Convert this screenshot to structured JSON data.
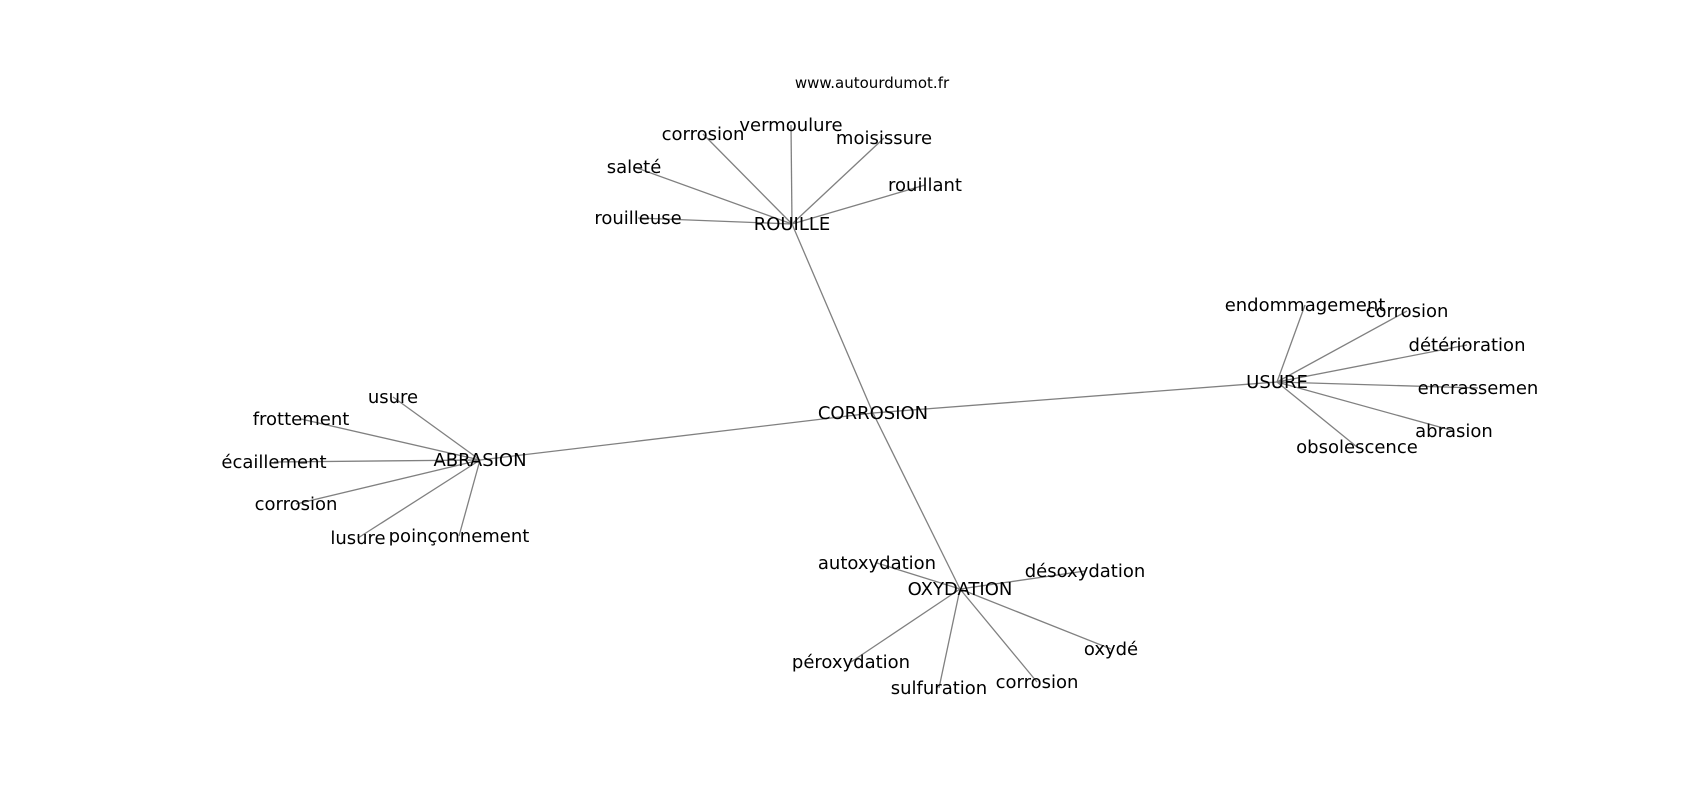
{
  "site": "www.autourdumot.fr",
  "colors": {
    "edge": "#808080",
    "text": "#000000",
    "background": "#ffffff"
  },
  "graph": {
    "center": "CORROSION",
    "hubs": [
      {
        "id": "rouille",
        "label": "ROUILLE",
        "leaves": [
          "rouilleuse",
          "saleté",
          "corrosion",
          "vermoulure",
          "moisissure",
          "rouillant"
        ]
      },
      {
        "id": "usure",
        "label": "USURE",
        "leaves": [
          "endommagement",
          "corrosion",
          "détérioration",
          "encrassemen",
          "abrasion",
          "obsolescence"
        ]
      },
      {
        "id": "abrasion",
        "label": "ABRASION",
        "leaves": [
          "usure",
          "frottement",
          "écaillement",
          "corrosion",
          "lusure",
          "poinçonnement"
        ]
      },
      {
        "id": "oxydation",
        "label": "OXYDATION",
        "leaves": [
          "autoxydation",
          "désoxydation",
          "oxydé",
          "corrosion",
          "sulfuration",
          "péroxydation"
        ]
      }
    ]
  }
}
